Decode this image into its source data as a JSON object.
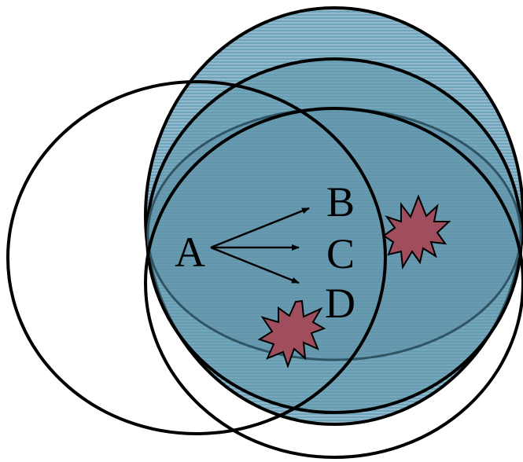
{
  "labels": {
    "a": "A",
    "b": "B",
    "c": "C",
    "d": "D"
  },
  "colors": {
    "stroke": "#000000",
    "circle_fill": "#6fa4bb",
    "circle_fill_dark": "#4f879e",
    "hatch": "#ffffff",
    "burst_fill": "#a04e5e",
    "burst_stroke": "#000000"
  },
  "icons": [
    "burst-icon",
    "arrow-icon"
  ]
}
